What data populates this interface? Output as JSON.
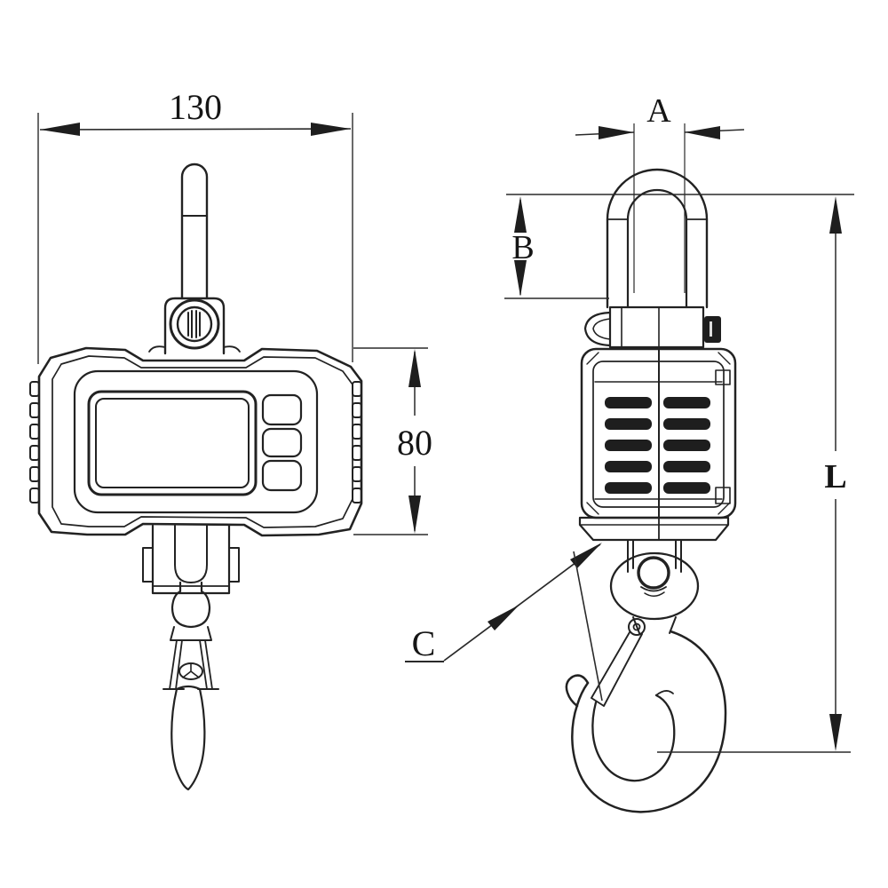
{
  "drawing": {
    "background": "#ffffff",
    "colors": {
      "line": "#222222",
      "fill_slots": "#1e1e1e"
    },
    "labels": {
      "front_width": "130",
      "front_body_height": "80",
      "shackle_width": "A",
      "shackle_inner_height": "B",
      "overall_length": "L",
      "hook_callout": "C"
    }
  }
}
